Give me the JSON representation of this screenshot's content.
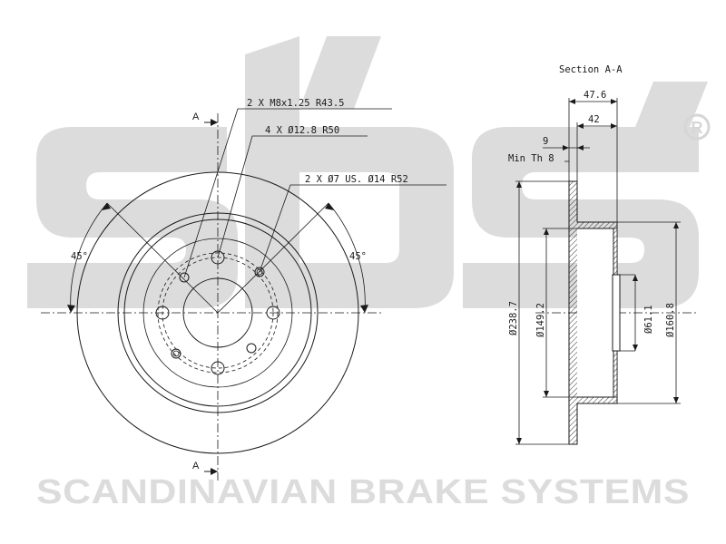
{
  "brand": {
    "watermark": "sbs",
    "registered_mark": "®",
    "company_name": "SCANDINAVIAN BRAKE SYSTEMS",
    "watermark_color": "#dcdcdc"
  },
  "front_view": {
    "section_marker_top": "A",
    "section_marker_bottom": "A",
    "callout_threads": "2 X M8x1.25 R43.5",
    "callout_studs": "4 X Ø12.8 R50",
    "callout_holes": "2 X Ø7 US. Ø14   R52",
    "angle_left": "45°",
    "angle_right": "45°"
  },
  "section_view": {
    "title": "Section A-A",
    "dim_overall_height": "47.6",
    "dim_hat_height": "42",
    "dim_thickness": "9",
    "min_thickness": "Min Th 8",
    "dim_outer_diameter": "Ø238.7",
    "dim_hat_diameter": "Ø149.2",
    "dim_center_bore": "Ø61.1",
    "dim_mount_diameter": "Ø160.8"
  }
}
